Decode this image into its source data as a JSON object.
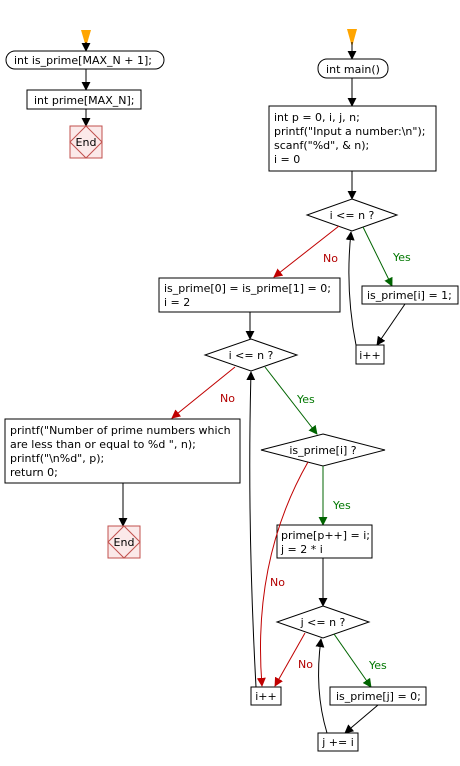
{
  "left_flow": {
    "decl_is_prime": "int is_prime[MAX_N + 1];",
    "decl_prime": "int prime[MAX_N];",
    "end": "End"
  },
  "main_flow": {
    "start": "int main()",
    "init": [
      "int p = 0, i, j, n;",
      "printf(\"Input a number:\\n\");",
      "scanf(\"%d\", & n);",
      "i = 0"
    ],
    "cond1": "i <= n ?",
    "set_is_prime": "is_prime[i] = 1;",
    "inc1": "i++",
    "reset": [
      "is_prime[0] = is_prime[1] = 0;",
      "i = 2"
    ],
    "cond2": "i <= n ?",
    "output": [
      "printf(\"Number of prime numbers which",
      "are less than or equal to %d \", n);",
      "printf(\"\\n%d\", p);",
      "return 0;"
    ],
    "end": "End",
    "cond3": "is_prime[i] ?",
    "store_prime": [
      "prime[p++] = i;",
      "j = 2 * i"
    ],
    "cond4": "j <= n ?",
    "clear_multiple": "is_prime[j] = 0;",
    "inc2": "i++",
    "step_j": "j += i"
  },
  "labels": {
    "yes": "Yes",
    "no": "No"
  },
  "colors": {
    "start_arrow": "#ffa500",
    "yes": "#007700",
    "no": "#b30000",
    "end": "#c0504d"
  }
}
